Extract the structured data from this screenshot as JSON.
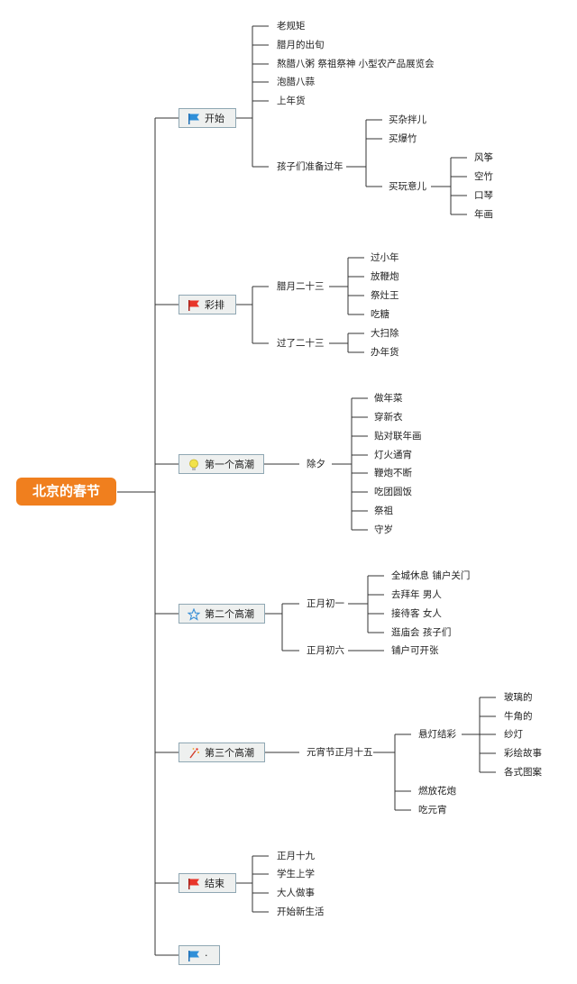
{
  "root": "北京的春节",
  "colors": {
    "root": "#f07f1e",
    "flag_blue": "#2f8fd8",
    "flag_red": "#e8352a",
    "bulb": "#f2e24a",
    "star": "#3a8fd6",
    "line": "#333333"
  },
  "branches": [
    {
      "label": "开始",
      "icon": "blue-flag-icon",
      "items": [
        "老规矩",
        "腊月的出旬",
        "熬腊八粥 祭祖祭神 小型农产品展览会",
        "泡腊八蒜",
        "上年货",
        "孩子们准备过年"
      ],
      "sub": {
        "parent": "孩子们准备过年",
        "items": [
          "买杂拌儿",
          "买爆竹",
          "买玩意儿"
        ],
        "sub": {
          "parent": "买玩意儿",
          "items": [
            "风筝",
            "空竹",
            "口琴",
            "年画"
          ]
        }
      }
    },
    {
      "label": "彩排",
      "icon": "red-flag-icon",
      "groups": [
        {
          "label": "腊月二十三",
          "items": [
            "过小年",
            "放鞭炮",
            "祭灶王",
            "吃糖"
          ]
        },
        {
          "label": "过了二十三",
          "items": [
            "大扫除",
            "办年货"
          ]
        }
      ]
    },
    {
      "label": "第一个高潮",
      "icon": "lightbulb-icon",
      "groups": [
        {
          "label": "除夕",
          "items": [
            "做年菜",
            "穿新衣",
            "贴对联年画",
            "灯火通宵",
            "鞭炮不断",
            "吃团圆饭",
            "祭祖",
            "守岁"
          ]
        }
      ]
    },
    {
      "label": "第二个高潮",
      "icon": "star-icon",
      "groups": [
        {
          "label": "正月初一",
          "items": [
            "全城休息 铺户关门",
            "去拜年 男人",
            "接待客 女人",
            "逛庙会 孩子们"
          ]
        },
        {
          "label": "正月初六",
          "items": [
            "铺户可开张"
          ]
        }
      ]
    },
    {
      "label": "第三个高潮",
      "icon": "firework-icon",
      "groups": [
        {
          "label": "元宵节正月十五",
          "items": [
            "悬灯结彩",
            "燃放花炮",
            "吃元宵"
          ],
          "sub": {
            "parent": "悬灯结彩",
            "items": [
              "玻璃的",
              "牛角的",
              "纱灯",
              "彩绘故事",
              "各式图案"
            ]
          }
        }
      ]
    },
    {
      "label": "结束",
      "icon": "red-flag-icon",
      "items": [
        "正月十九",
        "学生上学",
        "大人做事",
        "开始新生活"
      ]
    },
    {
      "label": "·",
      "icon": "blue-flag-icon"
    }
  ]
}
